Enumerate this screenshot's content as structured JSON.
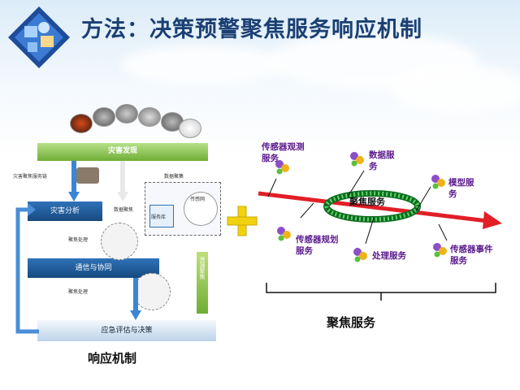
{
  "title": "方法：决策预警聚焦服务响应机制",
  "left_diagram": {
    "caption": "响应机制",
    "top_bar": "灾害发现",
    "disaster_analysis": "灾害分析",
    "comm_coop": "通信与协同",
    "bottom_bar": "应急评估与决策",
    "labels": {
      "chain": "灾害聚焦服务链",
      "data_focus1": "数据聚集",
      "data_focus2": "数据聚焦",
      "focus_proc1": "聚焦处理",
      "focus_proc2": "聚焦处理",
      "service_bank": "服务库",
      "sensor_net": "传感网",
      "resource": "资源聚焦"
    }
  },
  "right_diagram": {
    "caption": "聚焦服务",
    "ring_label": "聚焦服务",
    "services": [
      {
        "id": "sensor-observe",
        "label": "传感器观测\n服务"
      },
      {
        "id": "data",
        "label": "数据服\n务"
      },
      {
        "id": "model",
        "label": "模型服\n务"
      },
      {
        "id": "sensor-plan",
        "label": "传感器规划\n服务"
      },
      {
        "id": "process",
        "label": "处理服务"
      },
      {
        "id": "sensor-event",
        "label": "传感器事件\n服务"
      }
    ]
  },
  "colors": {
    "title": "#1b3f73",
    "arrow": "#e21e26",
    "ring": "#2a9d3a",
    "service_text": "#5a1a8c",
    "plus": "#f2d20f",
    "bar_green": "#7fbf3f",
    "bar_blue": "#1f5a96"
  }
}
